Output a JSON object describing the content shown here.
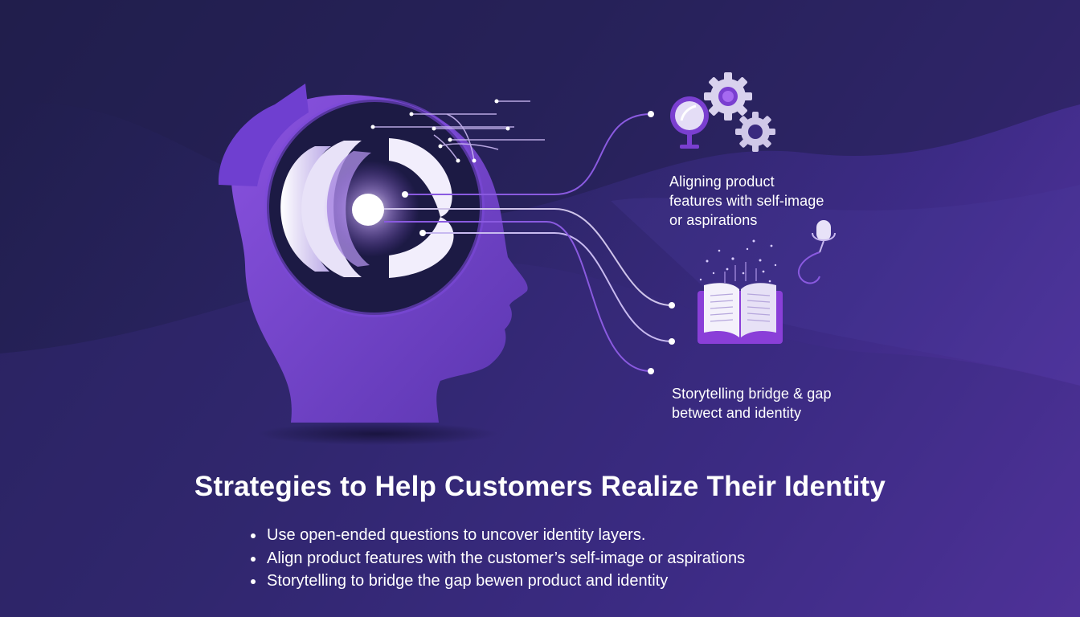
{
  "captions": {
    "identity_alignment": [
      "Aligning product",
      "features with self-image",
      "or aspirations"
    ],
    "storytelling": [
      "Storytelling bridge & gap",
      "betwect and identity"
    ]
  },
  "title": "Strategies to Help Customers Realize Their Identity",
  "bullets": [
    "Use open-ended questions to uncover identity layers.",
    "Align product features with the customer’s self-image or aspirations",
    "Storytelling to bridge the gap bewen product and identity"
  ],
  "icons": [
    "head-profile-icon",
    "mirror-icon",
    "gear-icon",
    "book-icon",
    "microphone-icon"
  ],
  "colors": {
    "background_dark": "#1f1d4a",
    "background_light": "#5a36a6",
    "accent_purple": "#8a4ed8",
    "text": "#ffffff"
  }
}
